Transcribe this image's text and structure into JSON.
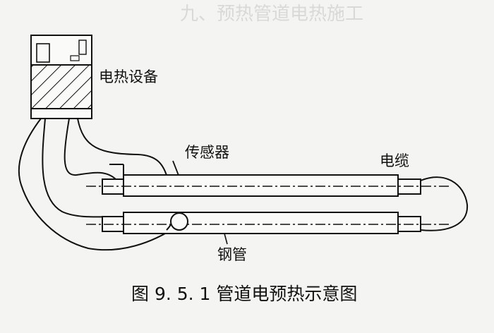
{
  "header_text": "九、预热管道电热施工",
  "labels": {
    "equipment": "电热设备",
    "sensor": "传感器",
    "cable": "电缆",
    "pipe": "钢管"
  },
  "caption": "图 9. 5. 1   管道电预热示意图"
}
